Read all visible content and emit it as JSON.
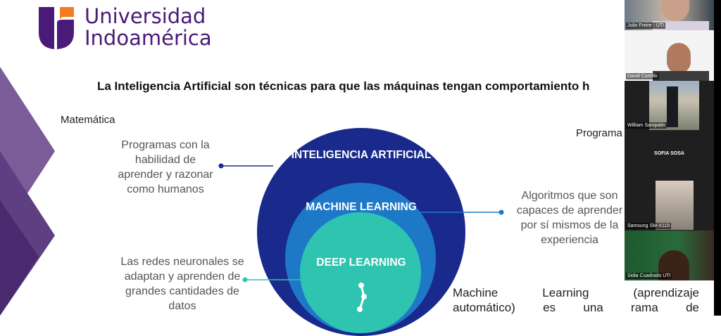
{
  "slide": {
    "brand_line1": "Universidad",
    "brand_line2": "Indoamérica",
    "title": "La Inteligencia Artificial son técnicas para que las máquinas tengan comportamiento h",
    "left_label": "Matemática",
    "right_label": "Programa",
    "ai_desc": "Programas con la habilidad de aprender y razonar como humanos",
    "dl_desc": "Las redes neuronales se adaptan y aprenden de grandes cantidades de datos",
    "ml_desc": "Algoritmos que son capaces de aprender por sí mismos de la experiencia",
    "ai_label": "INTELIGENCIA ARTIFICIAL",
    "ml_label": "MACHINE LEARNING",
    "dl_label": "DEEP LEARNING",
    "bottom_line1": "Machine Learning (aprendizaje",
    "bottom_line2": "automático) es una rama de",
    "colors": {
      "brand": "#4a1a78",
      "orange": "#f47b20",
      "ai": "#1a2a8c",
      "ml": "#1e78c8",
      "dl": "#2ec4b0"
    }
  },
  "participants": [
    {
      "name": "Julio Freire - UTI"
    },
    {
      "name": "David Castillo"
    },
    {
      "name": "William Sanipatin"
    },
    {
      "name": "SOFIA SOSA"
    },
    {
      "name": "Samsung SM-X115"
    },
    {
      "name": "Sidia Cuadrado UTI"
    }
  ]
}
